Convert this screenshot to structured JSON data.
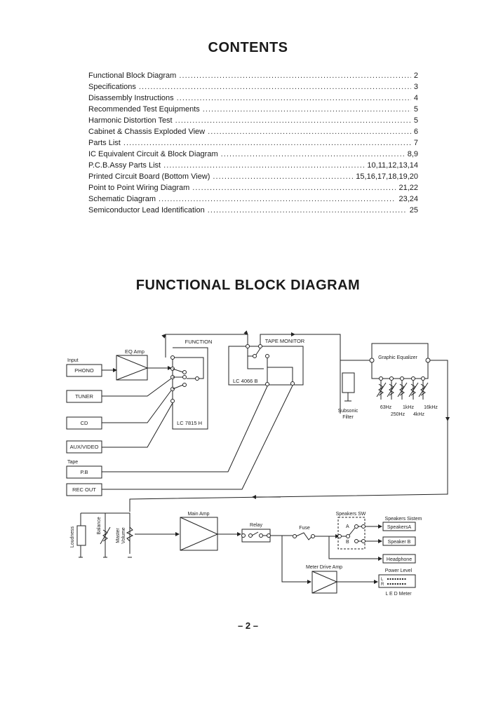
{
  "contents": {
    "title": "CONTENTS",
    "items": [
      {
        "label": "Functional Block Diagram",
        "page": "2"
      },
      {
        "label": "Specifications",
        "page": "3"
      },
      {
        "label": "Disassembly Instructions",
        "page": "4"
      },
      {
        "label": "Recommended Test Equipments",
        "page": "5"
      },
      {
        "label": "Harmonic Distortion Test",
        "page": "5"
      },
      {
        "label": "Cabinet & Chassis Exploded View",
        "page": "6"
      },
      {
        "label": "Parts List",
        "page": "7"
      },
      {
        "label": "IC Equivalent Circuit & Block Diagram",
        "page": "8,9"
      },
      {
        "label": "P.C.B.Assy Parts List",
        "page": "10,11,12,13,14"
      },
      {
        "label": "Printed Circuit Board (Bottom View)",
        "page": "15,16,17,18,19,20"
      },
      {
        "label": "Point to Point Wiring Diagram",
        "page": "21,22"
      },
      {
        "label": "Schematic Diagram",
        "page": "23,24"
      },
      {
        "label": "Semiconductor Lead Identification",
        "page": "25"
      }
    ]
  },
  "diagram": {
    "title": "FUNCTIONAL BLOCK DIAGRAM",
    "input_label": "Input",
    "inputs": [
      "PHONO",
      "TUNER",
      "CD",
      "AUX/VIDEO"
    ],
    "tape_label": "Tape",
    "tape": [
      "P.B",
      "REC OUT"
    ],
    "eq_amp": "EQ Amp",
    "function": "FUNCTION",
    "function_ic": "LC 7815 H",
    "tape_monitor": "TAPE MONITOR",
    "tape_monitor_ic": "LC 4066 B",
    "subsonic": [
      "Subsonic",
      "Filter"
    ],
    "graphic_eq": "Graphic Equalizer",
    "bands": [
      "63Hz",
      "250Hz",
      "1kHz",
      "4kHz",
      "16kHz"
    ],
    "loudness": "Loudness",
    "balance": "Balance",
    "master_volume": [
      "Master",
      "Volume"
    ],
    "main_amp": "Main Amp",
    "relay": "Relay",
    "fuse": "Fuse",
    "speakers_sw": "Speakers SW",
    "sw_a": "A",
    "sw_b": "B",
    "speakers_system": "Speakers Sistem",
    "speaker_a": "SpeakersA",
    "speaker_b": "Speaker B",
    "headphone": "Headphone",
    "meter_drive_amp": "Meter Drive Amp",
    "power_level": "Power Level",
    "led_l": "L",
    "led_r": "R",
    "led_meter": "L E D Meter"
  },
  "page_number": "– 2 –"
}
